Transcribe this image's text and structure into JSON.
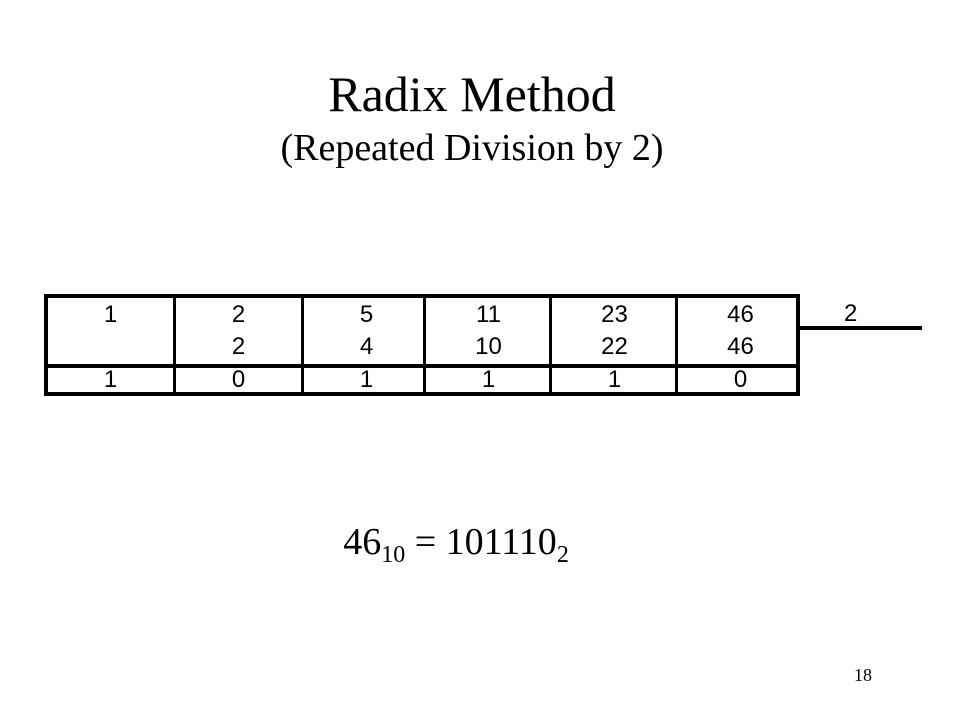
{
  "slide": {
    "title": "Radix Method",
    "subtitle": "(Repeated Division by 2)",
    "page_number": "18"
  },
  "division_table": {
    "columns": [
      {
        "dividend": "1",
        "product": "",
        "remainder": "1"
      },
      {
        "dividend": "2",
        "product": "2",
        "remainder": "0"
      },
      {
        "dividend": "5",
        "product": "4",
        "remainder": "1"
      },
      {
        "dividend": "11",
        "product": "10",
        "remainder": "1"
      },
      {
        "dividend": "23",
        "product": "22",
        "remainder": "1"
      },
      {
        "dividend": "46",
        "product": "46",
        "remainder": "0"
      }
    ],
    "divisor": "2"
  },
  "result": {
    "decimal_value": "46",
    "decimal_base": "10",
    "equals": " = ",
    "binary_value": "101110",
    "binary_base": "2"
  }
}
